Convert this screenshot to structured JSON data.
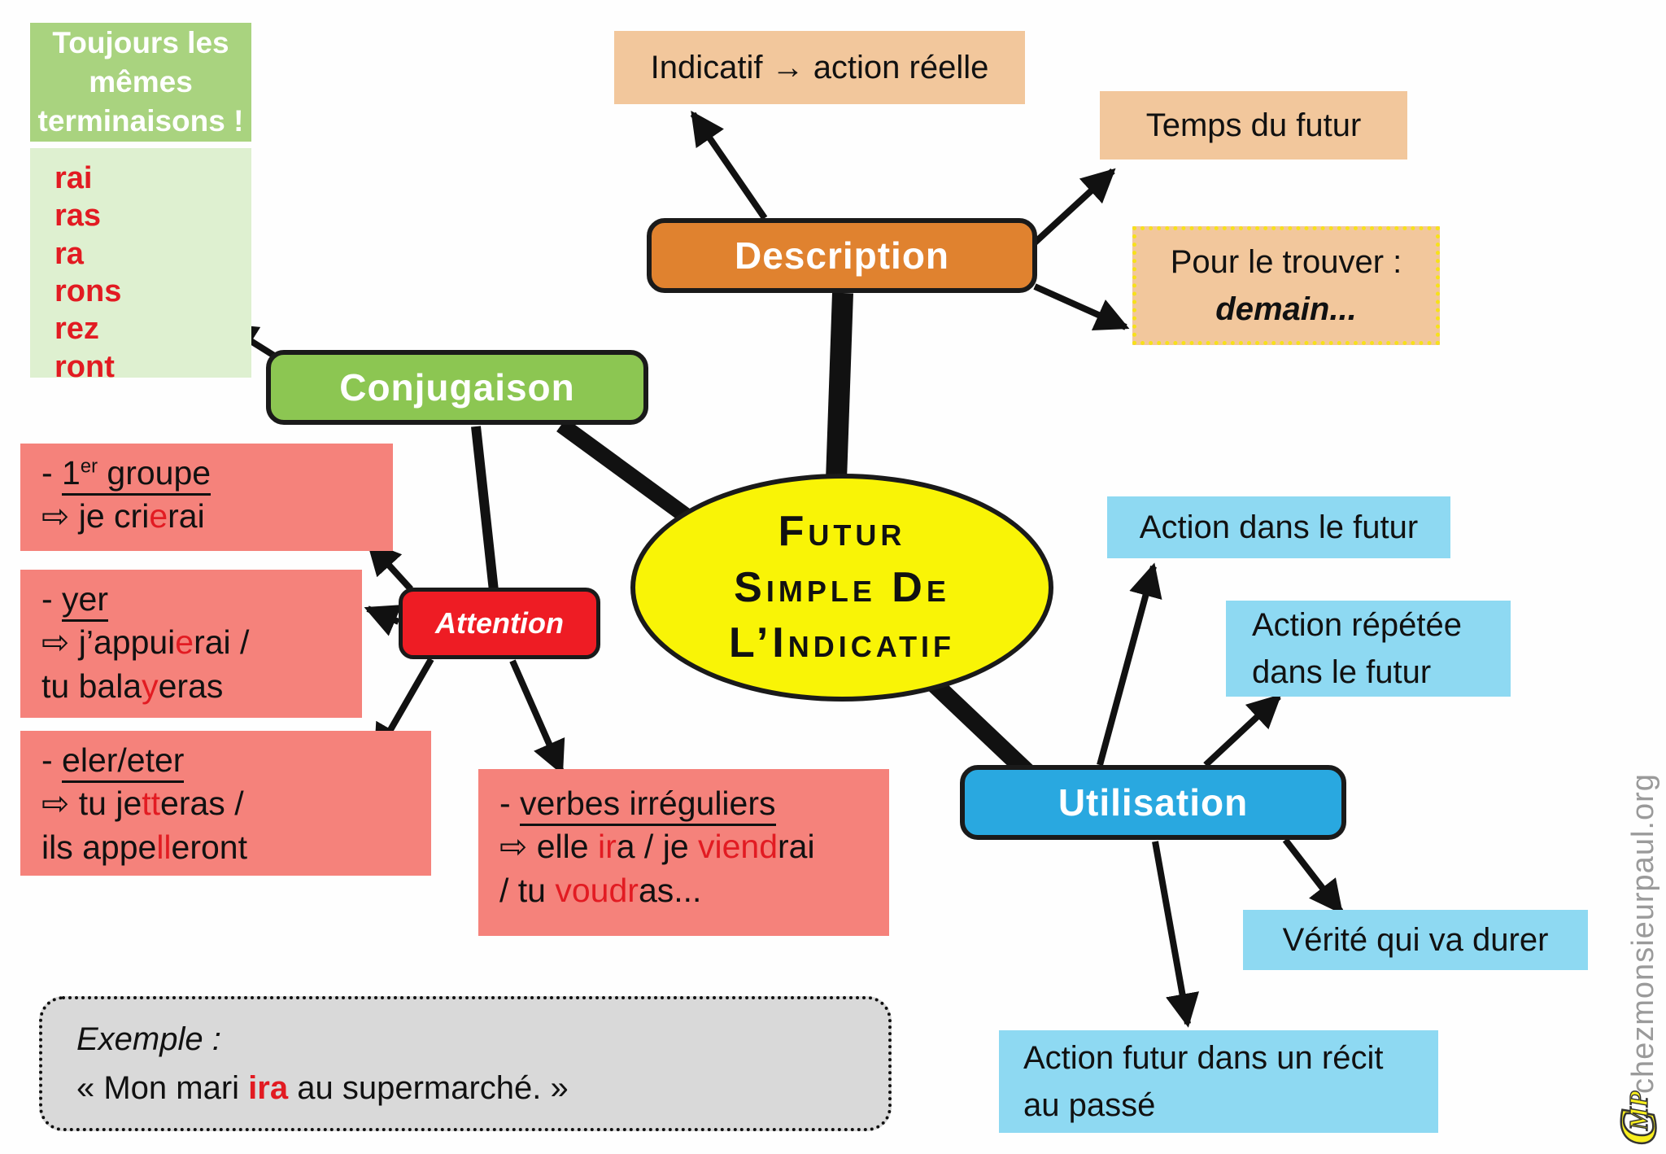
{
  "colors": {
    "accent_red": "#e21b22",
    "node_orange": "#e0822f",
    "node_green": "#8cc652",
    "node_blue": "#29a8e0",
    "node_red": "#ee1c24",
    "ellipse_yellow": "#f9f406",
    "tan": "#f2c79c",
    "light_blue": "#8ed9f2",
    "pink": "#f5827b",
    "green_light": "#a9d37f",
    "green_lighter": "#def0d0",
    "gray_box": "#d9d9d9"
  },
  "center": {
    "title": "Futur simple de l’indicatif",
    "lines": [
      [
        {
          "t": "Futur"
        }
      ],
      [
        {
          "t": "Simple De"
        }
      ],
      [
        {
          "t": "L’Indicatif"
        }
      ]
    ]
  },
  "nodes": {
    "description": "Description",
    "conjugaison": "Conjugaison",
    "attention": "Attention",
    "utilisation": "Utilisation"
  },
  "description_children": {
    "indicatif": {
      "lines": [
        [
          {
            "t": "Indicatif → action réelle"
          }
        ]
      ]
    },
    "temps": {
      "lines": [
        [
          {
            "t": "Temps du futur"
          }
        ]
      ]
    },
    "pour": {
      "lines": [
        [
          {
            "t": "Pour le trouver :"
          }
        ],
        [
          {
            "t": "demain...",
            "i": true,
            "b": true
          }
        ]
      ]
    }
  },
  "conjugaison_children": {
    "terminaisons_header": {
      "lines": [
        [
          {
            "t": "Toujours les"
          }
        ],
        [
          {
            "t": "mêmes"
          }
        ],
        [
          {
            "t": "terminaisons !"
          }
        ]
      ]
    },
    "terminaisons_list": {
      "lines": [
        [
          {
            "t": "rai"
          }
        ],
        [
          {
            "t": "ras"
          }
        ],
        [
          {
            "t": "ra"
          }
        ],
        [
          {
            "t": "rons"
          }
        ],
        [
          {
            "t": "rez"
          }
        ],
        [
          {
            "t": "ront"
          }
        ]
      ]
    }
  },
  "attention_children": {
    "groupe1": {
      "lines": [
        [
          {
            "t": "- "
          },
          {
            "t": "1",
            "u": true
          },
          {
            "t": "er",
            "u": true,
            "sup": true
          },
          {
            "t": " groupe",
            "u": true
          }
        ],
        [
          {
            "t": "⇨ je cri"
          },
          {
            "t": "e",
            "red": true
          },
          {
            "t": "rai"
          }
        ]
      ]
    },
    "yer": {
      "lines": [
        [
          {
            "t": "- "
          },
          {
            "t": "yer",
            "u": true
          }
        ],
        [
          {
            "t": "⇨ j’appui"
          },
          {
            "t": "e",
            "red": true
          },
          {
            "t": "rai /"
          }
        ],
        [
          {
            "t": "tu bala"
          },
          {
            "t": "y",
            "red": true
          },
          {
            "t": "eras"
          }
        ]
      ]
    },
    "eler_eter": {
      "lines": [
        [
          {
            "t": "- "
          },
          {
            "t": "eler/eter",
            "u": true
          }
        ],
        [
          {
            "t": "⇨ tu je"
          },
          {
            "t": "tt",
            "red": true
          },
          {
            "t": "eras /"
          }
        ],
        [
          {
            "t": "ils appe"
          },
          {
            "t": "ll",
            "red": true
          },
          {
            "t": "eront"
          }
        ]
      ]
    },
    "irreguliers": {
      "lines": [
        [
          {
            "t": "- "
          },
          {
            "t": "verbes irréguliers",
            "u": true
          }
        ],
        [
          {
            "t": "⇨ elle "
          },
          {
            "t": "ir",
            "red": true
          },
          {
            "t": "a / je "
          },
          {
            "t": "viend",
            "red": true
          },
          {
            "t": "rai"
          }
        ],
        [
          {
            "t": "/ tu "
          },
          {
            "t": "voudr",
            "red": true
          },
          {
            "t": "as..."
          }
        ]
      ]
    }
  },
  "utilisation_children": {
    "futur": {
      "lines": [
        [
          {
            "t": "Action dans le futur"
          }
        ]
      ]
    },
    "repetee": {
      "lines": [
        [
          {
            "t": "Action répétée"
          }
        ],
        [
          {
            "t": "dans le futur"
          }
        ]
      ]
    },
    "verite": {
      "lines": [
        [
          {
            "t": "Vérité qui va durer"
          }
        ]
      ]
    },
    "recit": {
      "lines": [
        [
          {
            "t": "Action futur dans un récit"
          }
        ],
        [
          {
            "t": "au passé"
          }
        ]
      ]
    }
  },
  "example": {
    "lines": [
      [
        {
          "t": "Exemple :",
          "i": true
        }
      ],
      [
        {
          "t": "« Mon mari "
        },
        {
          "t": "ira",
          "red": true,
          "b": true
        },
        {
          "t": " au supermarché. »"
        }
      ]
    ]
  },
  "watermark": {
    "site": "chezmonsieurpaul.org",
    "logo_c": "C",
    "logo_mp": "MP"
  }
}
